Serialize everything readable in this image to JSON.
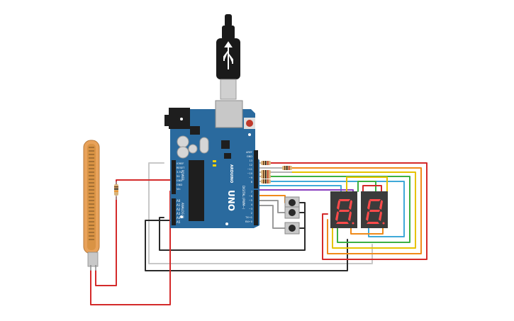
{
  "board": {
    "logo": "ARDUINO",
    "model": "UNO",
    "power_label": "POWER",
    "analog_label": "ANALOG IN",
    "digital_label": "DIGITAL (PWM~)",
    "power_pins": [
      "IOREF",
      "RESET",
      "3.3V",
      "5V",
      "GND",
      "GND",
      "Vin"
    ],
    "analog_pins": [
      "A0",
      "A1",
      "A2",
      "A3",
      "A4",
      "A5"
    ],
    "digital_pins": [
      "AREF",
      "GND",
      "13",
      "12",
      "~11",
      "~10",
      "~9",
      "8",
      "7",
      "~6",
      "~5",
      "4",
      "~3",
      "2",
      "TX→1",
      "RX←0"
    ]
  },
  "components": {
    "usb_cable": "usb-cable",
    "flex_sensor": "flex-sensor",
    "pull_resistor": "resistor",
    "segment_resistors": 4,
    "push_buttons": 3,
    "seven_segment_displays": 2
  },
  "colors": {
    "board": "#2a6a9e",
    "wire_red": "#d42a2a",
    "wire_black": "#2a2a2a",
    "wire_orange": "#f08a1a",
    "wire_yellow": "#e6c300",
    "wire_green": "#3cb043",
    "wire_cyan": "#3fa9d8",
    "wire_purple": "#8a3fbf",
    "wire_gray": "#9a9a9a",
    "display_body": "#3b3b3b",
    "segment_lit": "#ff4a4a"
  }
}
